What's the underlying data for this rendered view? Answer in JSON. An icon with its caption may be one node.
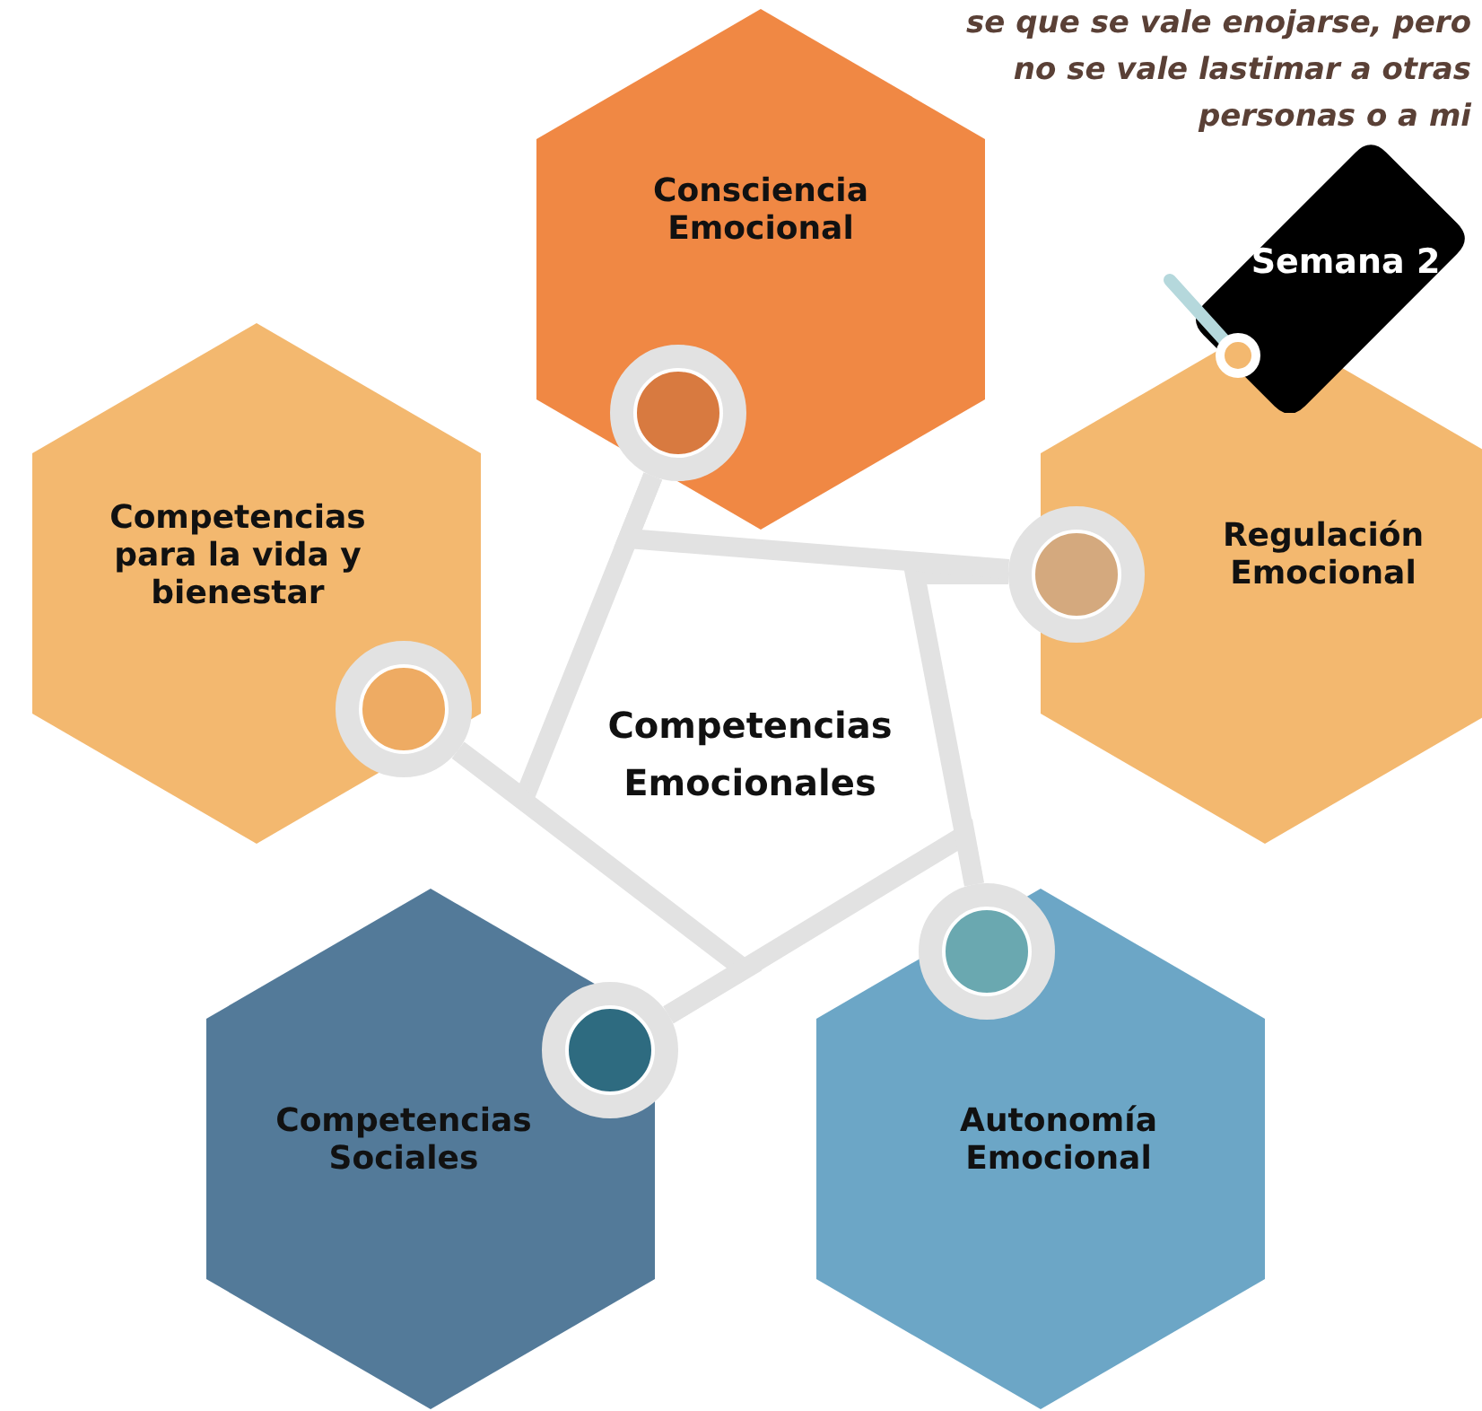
{
  "diagram": {
    "nodes": [
      {
        "text": [
          "Consciencia Emocional"
        ]
      },
      {
        "text": [
          "Competencias para la vida y bienestar"
        ]
      },
      {
        "text": [
          "Regulación Emocional"
        ]
      },
      {
        "text": [
          "Competencias Sociales"
        ]
      },
      {
        "text": [
          "Autonomía Emocional"
        ]
      },
      {
        "text": [
          "Semana 2"
        ]
      }
    ],
    "edges": [
      {
        "from": 0,
        "to": 1,
        "arrow": "none"
      },
      {
        "from": 1,
        "to": 3,
        "arrow": "none"
      },
      {
        "from": 3,
        "to": 4,
        "arrow": "none"
      },
      {
        "from": 4,
        "to": 2,
        "arrow": "none"
      },
      {
        "from": 2,
        "to": 0,
        "arrow": "none"
      }
    ],
    "labels": [
      "se que se vale enojarse, pero no se vale lastimar a otras personas o a mi",
      "Competencias Emocionales"
    ]
  }
}
